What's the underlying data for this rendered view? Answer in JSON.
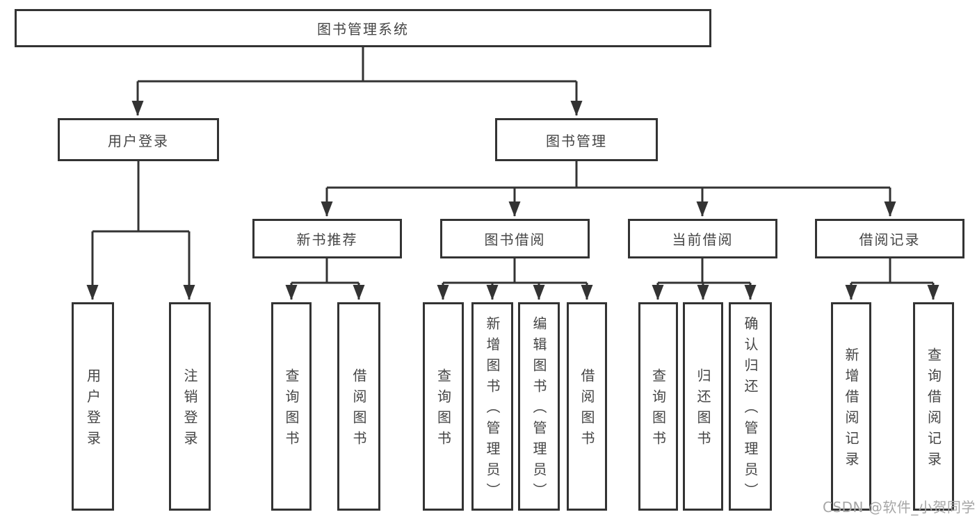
{
  "diagram_type": "hierarchy-tree",
  "colors": {
    "line": "#333333",
    "box_border": "#333333",
    "box_fill": "#ffffff",
    "text": "#454545",
    "watermark": "#a6a6a6",
    "background": "#ffffff"
  },
  "hierarchy": {
    "label": "图书管理系统",
    "children": [
      {
        "label": "用户登录",
        "children": [
          {
            "label": "用户登录"
          },
          {
            "label": "注销登录"
          }
        ]
      },
      {
        "label": "图书管理",
        "children": [
          {
            "label": "新书推荐",
            "children": [
              {
                "label": "查询图书"
              },
              {
                "label": "借阅图书"
              }
            ]
          },
          {
            "label": "图书借阅",
            "children": [
              {
                "label": "查询图书"
              },
              {
                "label": "新增图书（管理员）"
              },
              {
                "label": "编辑图书（管理员）"
              },
              {
                "label": "借阅图书"
              }
            ]
          },
          {
            "label": "当前借阅",
            "children": [
              {
                "label": "查询图书"
              },
              {
                "label": "归还图书"
              },
              {
                "label": "确认归还（管理员）"
              }
            ]
          },
          {
            "label": "借阅记录",
            "children": [
              {
                "label": "新增借阅记录"
              },
              {
                "label": "查询借阅记录"
              }
            ]
          }
        ]
      }
    ]
  },
  "watermark": {
    "text": "CSDN @软件_小贺同学"
  }
}
